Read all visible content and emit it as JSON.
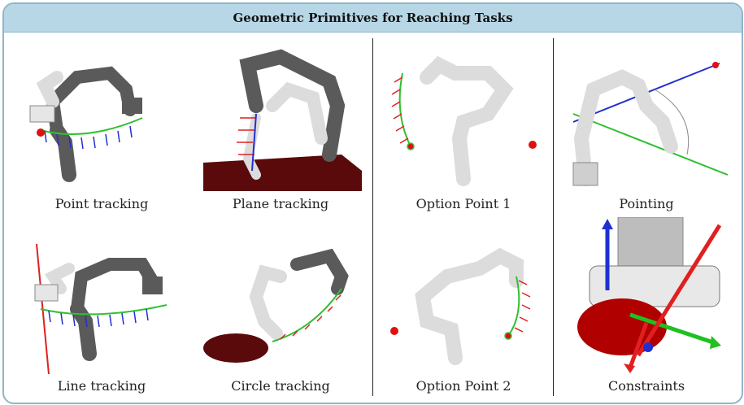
{
  "title": "Geometric Primitives for Reaching Tasks",
  "captions": {
    "point_tracking": "Point tracking",
    "plane_tracking": "Plane tracking",
    "option_point_1": "Option Point 1",
    "pointing": "Pointing",
    "line_tracking": "Line tracking",
    "circle_tracking": "Circle tracking",
    "option_point_2": "Option Point 2",
    "constraints": "Constraints"
  },
  "colors": {
    "banner": "#b7d7e6",
    "border": "#8fb6c9",
    "robot_dark": "#5a5a5a",
    "robot_light": "#dcdcdc",
    "target": "#e01010",
    "trajectory": "#30c030",
    "plane": "#5a0a0a",
    "axis_x": "#e02020",
    "axis_y": "#20c020",
    "axis_z": "#2030d0"
  }
}
